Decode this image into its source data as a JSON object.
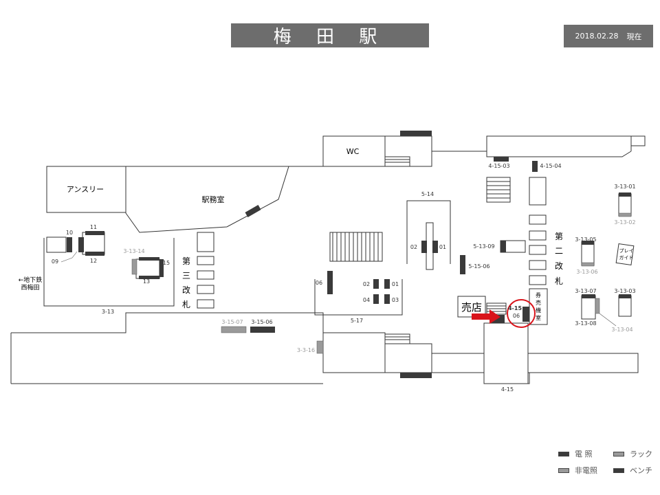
{
  "header": {
    "title": "梅 田 駅",
    "date": "2018.02.28",
    "date_suffix": "現在"
  },
  "rooms": {
    "wc": "WC",
    "ansuri": "アンスリー",
    "ekimu": "駅務室",
    "baiten": "売店",
    "kenbai": [
      "券",
      "売",
      "機",
      "室"
    ],
    "playguide": [
      "プレイ",
      "ガイド"
    ]
  },
  "gates": {
    "third": [
      "第",
      "三",
      "改",
      "札"
    ],
    "second": [
      "第",
      "二",
      "改",
      "札"
    ]
  },
  "exit_label": [
    "←地下鉄",
    "西梅田"
  ],
  "labels": {
    "l10": "10",
    "l11": "11",
    "l09": "09",
    "l12": "12",
    "l3_13_14": "3-13-14",
    "l15": "15",
    "l13": "13",
    "l3_13": "3-13",
    "l3_15_07": "3-15-07",
    "l3_15_06": "3-15-06",
    "l3_3_16": "3-3-16",
    "l5_14": "5-14",
    "l02a": "02",
    "l01a": "01",
    "l06a": "06",
    "l02b": "02",
    "l01b": "01",
    "l04": "04",
    "l03": "03",
    "l5_17": "5-17",
    "l5_13_09": "5-13-09",
    "l5_15_06": "5-15-06",
    "l4_15_03": "4-15-03",
    "l4_15_04": "4-15-04",
    "l4_15": "4-15",
    "l06_red": "06",
    "l4_15_bottom": "4-15",
    "l3_13_01": "3-13-01",
    "l3_13_02": "3-13-02",
    "l3_13_05": "3-13-05",
    "l3_13_06": "3-13-06",
    "l3_13_07": "3-13-07",
    "l3_13_08": "3-13-08",
    "l3_13_03": "3-13-03",
    "l3_13_04": "3-13-04"
  },
  "legend": {
    "lit": "電 照",
    "unlit": "非電照",
    "rack": "ラック",
    "bench": "ベンチ"
  },
  "colors": {
    "lit": "#3a3a3a",
    "unlit": "#9a9a9a",
    "highlight": "#d9141b",
    "title_bg": "#6d6d6d"
  }
}
